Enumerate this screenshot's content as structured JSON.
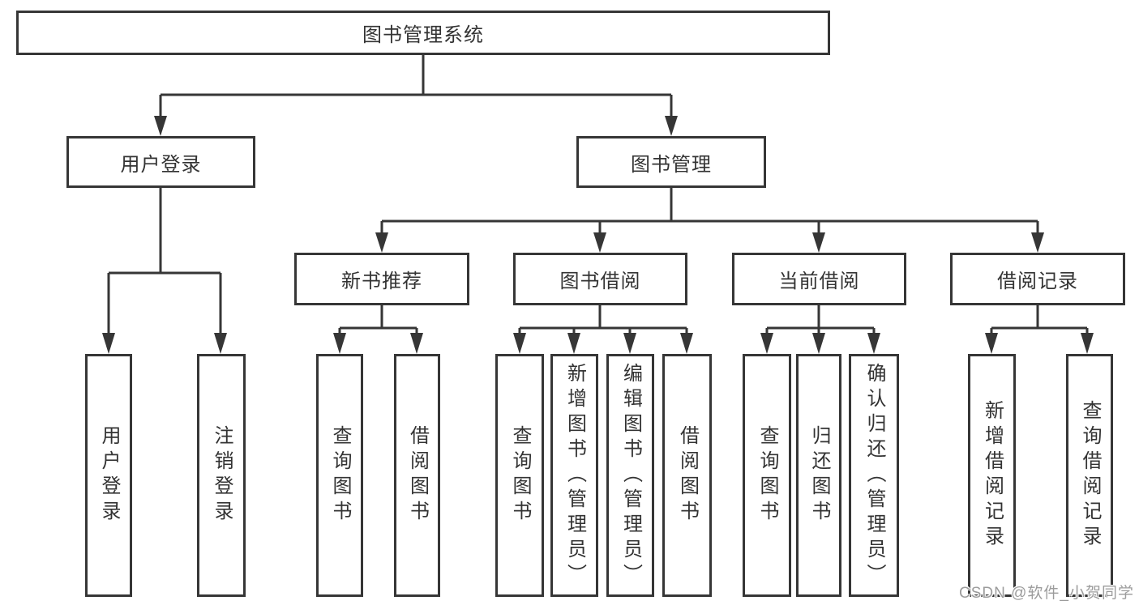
{
  "diagram": {
    "type": "hierarchy",
    "root": {
      "label": "图书管理系统",
      "children": [
        {
          "label": "用户登录",
          "children": [
            {
              "label": "用户登录"
            },
            {
              "label": "注销登录"
            }
          ]
        },
        {
          "label": "图书管理",
          "children": [
            {
              "label": "新书推荐",
              "children": [
                {
                  "label": "查询图书"
                },
                {
                  "label": "借阅图书"
                }
              ]
            },
            {
              "label": "图书借阅",
              "children": [
                {
                  "label": "查询图书"
                },
                {
                  "label": "新增图书（管理员）"
                },
                {
                  "label": "编辑图书（管理员）"
                },
                {
                  "label": "借阅图书"
                }
              ]
            },
            {
              "label": "当前借阅",
              "children": [
                {
                  "label": "查询图书"
                },
                {
                  "label": "归还图书"
                },
                {
                  "label": "确认归还（管理员）"
                }
              ]
            },
            {
              "label": "借阅记录",
              "children": [
                {
                  "label": "新增借阅记录"
                },
                {
                  "label": "查询借阅记录"
                }
              ]
            }
          ]
        }
      ]
    }
  },
  "watermark": {
    "text": "CSDN @软件_小贺同学"
  },
  "colors": {
    "background": "#ffffff",
    "line": "#363636",
    "box_border": "#363636",
    "text": "#333333",
    "watermark": "#9c9c9c"
  }
}
